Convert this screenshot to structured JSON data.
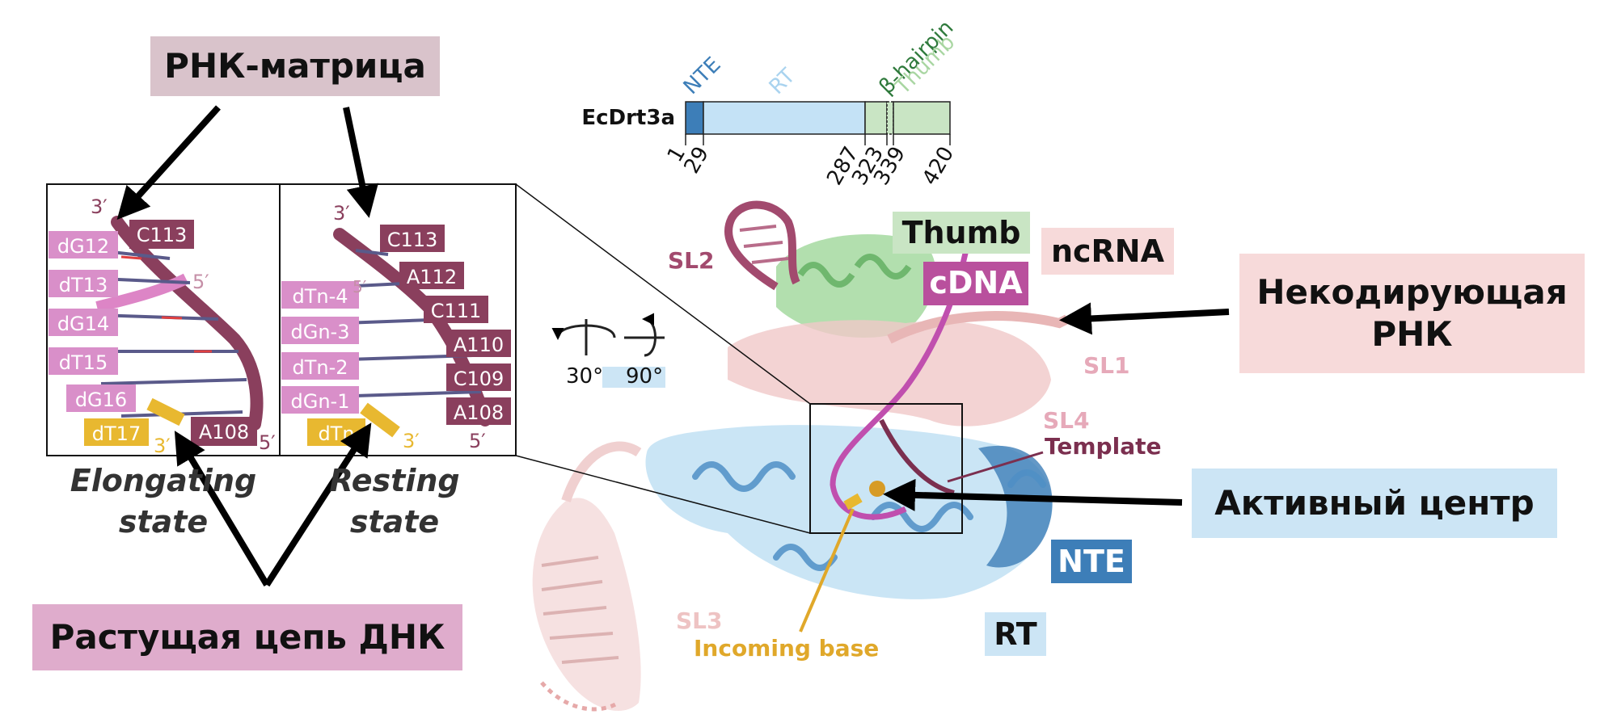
{
  "callouts": {
    "rna_template": "РНК-матрица",
    "growing_dna": "Растущая цепь ДНК",
    "noncoding_line1": "Некодирующая",
    "noncoding_line2": "РНК",
    "active_center": "Активный центр"
  },
  "domain_bar": {
    "protein": "EcDrt3a",
    "domains": [
      {
        "name": "NTE",
        "start": 1,
        "end": 29,
        "color": "#3d7eb8"
      },
      {
        "name": "RT",
        "start": 29,
        "end": 287,
        "color": "#c4e2f6"
      },
      {
        "name": "",
        "start": 287,
        "end": 323,
        "color": "#c9e5c4"
      },
      {
        "name": "β-hairpin",
        "start": 323,
        "end": 339,
        "color": "#2f7a3c"
      },
      {
        "name": "Thumb",
        "start": 339,
        "end": 420,
        "color": "#c9e5c4"
      }
    ],
    "ticks": [
      "1",
      "29",
      "287",
      "323",
      "339",
      "420"
    ]
  },
  "panels": {
    "elongating": {
      "state_line1": "Elongating",
      "state_line2": "state",
      "primer_labels": [
        "dG12",
        "dT13",
        "dG14",
        "dT15",
        "dG16"
      ],
      "incoming_label": "dT17",
      "template_labels": [
        "C113",
        "A108"
      ],
      "ends": [
        "3′",
        "5′",
        "3′",
        "5′"
      ]
    },
    "resting": {
      "state_line1": "Resting",
      "state_line2": "state",
      "primer_labels": [
        "dTn-4",
        "dGn-3",
        "dTn-2",
        "dGn-1"
      ],
      "incoming_label": "dTn",
      "template_labels": [
        "C113",
        "A112",
        "C111",
        "A110",
        "C109",
        "A108"
      ],
      "ends": [
        "3′",
        "5′",
        "3′",
        "5′"
      ]
    }
  },
  "rotation": {
    "angle1": "30°",
    "angle2": "90°"
  },
  "structure_labels": {
    "thumb": "Thumb",
    "ncrna": "ncRNA",
    "cdna": "cDNA",
    "sl1": "SL1",
    "sl2": "SL2",
    "sl3": "SL3",
    "sl4": "SL4",
    "template": "Template",
    "nte": "NTE",
    "rt": "RT",
    "incoming_base": "Incoming base"
  },
  "colors": {
    "template_rna": "#8a3f5d",
    "primer_dna": "#c565b5",
    "incoming": "#e8b830",
    "ncrna": "#f0c8c8",
    "thumb": "#8ccf8c",
    "rt": "#b8dcf2",
    "nte": "#3d7eb8"
  }
}
